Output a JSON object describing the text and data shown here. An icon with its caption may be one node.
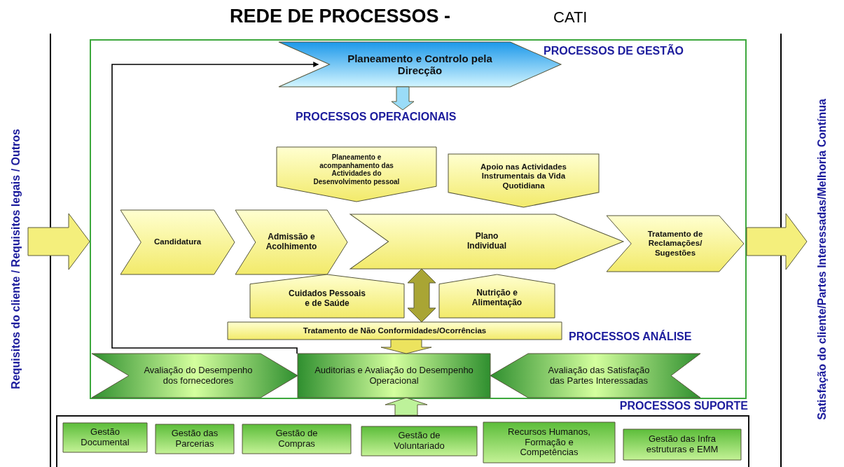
{
  "diagram": {
    "title": "REDE DE PROCESSOS -",
    "nodes": [
      {
        "text": [
          "Requisitos do cliente / Requisitos legais / Outros"
        ]
      },
      {
        "text": [],
        "shape": "box"
      },
      {
        "text": [
          "Planeamento e Controlo pela Direcção"
        ],
        "in": 1
      },
      {
        "text": [
          "Planeamento e acompanhamento das Actividades do Desenvolvimento pessoal"
        ],
        "in": 1
      },
      {
        "text": [
          "Apoio nas Actividades Instrumentais da Vida Quotidiana"
        ],
        "in": 1
      },
      {
        "text": [
          "Candidatura"
        ],
        "in": 1
      },
      {
        "text": [
          "Admissão e Acolhimento"
        ],
        "in": 1
      },
      {
        "text": [
          "Plano Individual"
        ],
        "in": 1
      },
      {
        "text": [
          "Tratamento de Reclamações/ Sugestões"
        ],
        "in": 1
      },
      {
        "text": [
          "Cuidados Pessoais e de Saúde"
        ],
        "in": 1
      },
      {
        "text": [
          "Nutrição e Alimentação"
        ],
        "in": 1
      },
      {
        "text": [
          "Tratamento de Não Conformidades/Ocorrências"
        ],
        "in": 1
      },
      {
        "text": [
          "Avaliação do Desempenho dos fornecedores"
        ],
        "in": 1
      },
      {
        "text": [
          "Auditorias e Avaliação do Desempenho Operacional"
        ],
        "in": 1
      },
      {
        "text": [
          "Avaliação das Satisfação das Partes Interessadas"
        ],
        "in": 1
      },
      {
        "text": [
          "PROCESSOS SUPORTE"
        ]
      },
      {
        "text": [
          "Gestão Documental"
        ],
        "in": 15
      },
      {
        "text": [
          "Gestão das Parcerias"
        ],
        "in": 15
      },
      {
        "text": [
          "Gestão de Compras"
        ],
        "in": 15
      },
      {
        "text": [
          "Gestão de Voluntariado"
        ],
        "in": 15
      },
      {
        "text": [
          "Recursos Humanos, Formação e Competências"
        ],
        "in": 15
      },
      {
        "text": [
          "Gestão das Infra estruturas e EMM"
        ],
        "in": 15
      },
      {
        "text": [
          "Satisfação do cliente/Partes Interessadas/Melhoria Contínua"
        ]
      }
    ],
    "edges": [
      {
        "from": 0,
        "to": 1,
        "arrow": "to",
        "style": "thick",
        "color": "#f4ef7c"
      },
      {
        "from": 1,
        "to": 22,
        "arrow": "to",
        "style": "thick",
        "color": "#f4ef7c"
      },
      {
        "from": 2,
        "to": null,
        "arrow": "to",
        "style": "thick",
        "color": "#9adcf8"
      },
      {
        "from": 7,
        "to": 11,
        "arrow": "both",
        "style": "thick",
        "color": "#a9a534"
      },
      {
        "from": 11,
        "to": 13,
        "arrow": "to",
        "style": "thick",
        "color": "#ece35e"
      },
      {
        "from": 15,
        "to": 13,
        "arrow": "to",
        "style": "thick",
        "color": "#bdf29a"
      },
      {
        "from": 13,
        "to": 2,
        "arrow": "to"
      }
    ],
    "labels": [
      "CATI",
      "PROCESSOS DE GESTÃO",
      "PROCESSOS OPERACIONAIS",
      "PROCESSOS ANÁLISE"
    ]
  }
}
